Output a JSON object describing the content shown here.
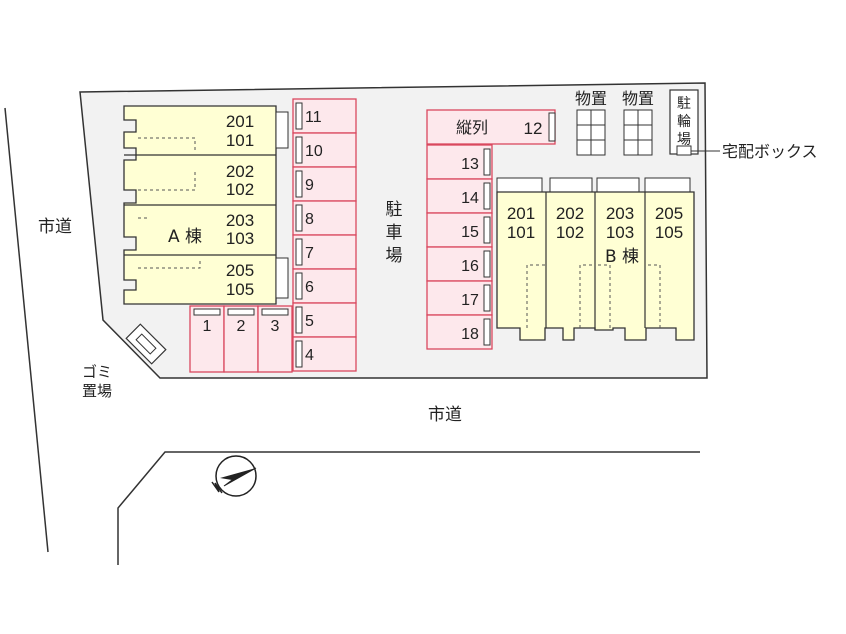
{
  "roads": {
    "west": "市道",
    "south": "市道"
  },
  "garbage": {
    "line1": "ゴミ",
    "line2": "置場"
  },
  "parking": {
    "label_chars": [
      "駐",
      "車",
      "場"
    ],
    "tandem_label": "縦列",
    "west_column": [
      "11",
      "10",
      "9",
      "8",
      "7",
      "6",
      "5",
      "4"
    ],
    "bottom_row": [
      "1",
      "2",
      "3"
    ],
    "tandem_number": "12",
    "east_column": [
      "13",
      "14",
      "15",
      "16",
      "17",
      "18"
    ]
  },
  "storage": {
    "label": "物置"
  },
  "bike_parking": {
    "chars": [
      "駐",
      "輪",
      "場"
    ]
  },
  "delivery_box": {
    "label": "宅配ボックス"
  },
  "building_a": {
    "name": "A 棟",
    "units": [
      {
        "upper": "201",
        "lower": "101"
      },
      {
        "upper": "202",
        "lower": "102"
      },
      {
        "upper": "203",
        "lower": "103"
      },
      {
        "upper": "205",
        "lower": "105"
      }
    ]
  },
  "building_b": {
    "name": "B 棟",
    "units": [
      {
        "upper": "201",
        "lower": "101"
      },
      {
        "upper": "202",
        "lower": "102"
      },
      {
        "upper": "203",
        "lower": "103"
      },
      {
        "upper": "205",
        "lower": "105"
      }
    ]
  },
  "colors": {
    "lot_fill": "#f2f2f2",
    "building_fill": "#ffffd4",
    "parking_fill": "#fde8ec",
    "parking_stroke": "#d9485f",
    "line": "#333333"
  }
}
